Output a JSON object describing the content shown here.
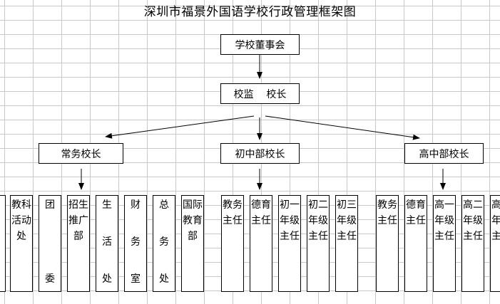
{
  "title": "深圳市福景外国语学校行政管理框架图",
  "board": "学校董事会",
  "principals": "校监    校长",
  "divisions": [
    "常务校长",
    "初中部校长",
    "高中部校长"
  ],
  "departments": [
    {
      "label": "",
      "x": 0,
      "clip": true
    },
    {
      "label": "教科活动处"
    },
    {
      "label": "团委",
      "spread": true
    },
    {
      "label": "招生推广部"
    },
    {
      "label": "生活处",
      "spread": true
    },
    {
      "label": "财务室",
      "spread": true
    },
    {
      "label": "总务处",
      "spread": true
    },
    {
      "label": "国际教育部"
    },
    {
      "label": "教务主任"
    },
    {
      "label": "德育主任"
    },
    {
      "label": "初一年级主任"
    },
    {
      "label": "初二年级主任"
    },
    {
      "label": "初三年级主任"
    },
    {
      "label": "教务主任"
    },
    {
      "label": "德育主任"
    },
    {
      "label": "高一年级主任"
    },
    {
      "label": "高二年级主任"
    },
    {
      "label": "高三年级主任"
    }
  ]
}
